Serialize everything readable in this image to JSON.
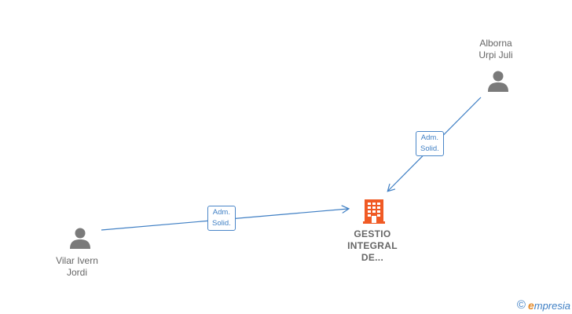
{
  "nodes": {
    "alborna": {
      "lines": [
        "Alborna",
        "Urpi Juli"
      ],
      "icon": "person-icon"
    },
    "vilar": {
      "lines": [
        "Vilar Ivern",
        "Jordi"
      ],
      "icon": "person-icon"
    },
    "company": {
      "lines": [
        "GESTIO",
        "INTEGRAL",
        "DE..."
      ],
      "icon": "building-icon"
    }
  },
  "edges": [
    {
      "from": "alborna",
      "to": "company",
      "label": [
        "Adm.",
        "Solid."
      ]
    },
    {
      "from": "vilar",
      "to": "company",
      "label": [
        "Adm.",
        "Solid."
      ]
    }
  ],
  "brand": {
    "copyright_symbol": "©",
    "first_letter": "e",
    "rest": "mpresia"
  },
  "colors": {
    "edge": "#3f7fc4",
    "person": "#7a7a7a",
    "company": "#f05a24",
    "label_text": "#666666"
  }
}
